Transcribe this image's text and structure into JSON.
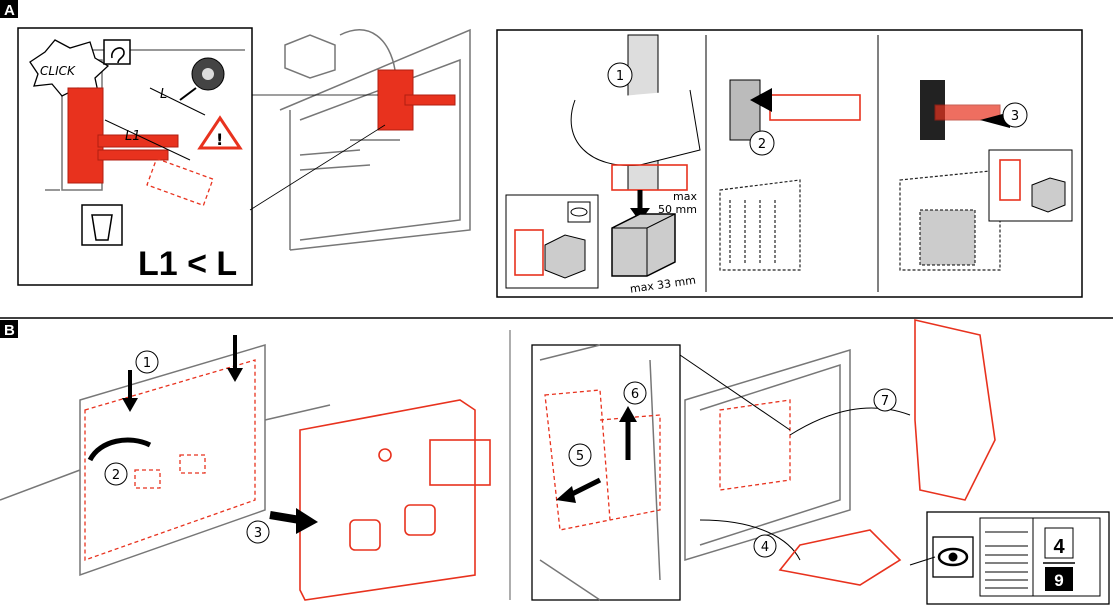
{
  "sections": {
    "a": {
      "label": "A"
    },
    "b": {
      "label": "B"
    }
  },
  "panel_a1": {
    "click_text": "CLICK",
    "dim_l": "L",
    "dim_l1": "L1",
    "rule": "L1 < L"
  },
  "panel_a3": {
    "step_1": "1",
    "step_2": "2",
    "step_3": "3",
    "max_width_line1": "max",
    "max_width_line2": "50 mm",
    "max_depth": "max 33 mm"
  },
  "panel_b": {
    "step_1": "1",
    "step_2": "2",
    "step_3": "3",
    "step_4": "4",
    "step_5": "5",
    "step_6": "6",
    "step_7": "7",
    "page_ref_top": "4",
    "page_ref_bottom": "9"
  },
  "colors": {
    "accent": "#e8321e",
    "line": "#000000",
    "wall": "#777777"
  }
}
